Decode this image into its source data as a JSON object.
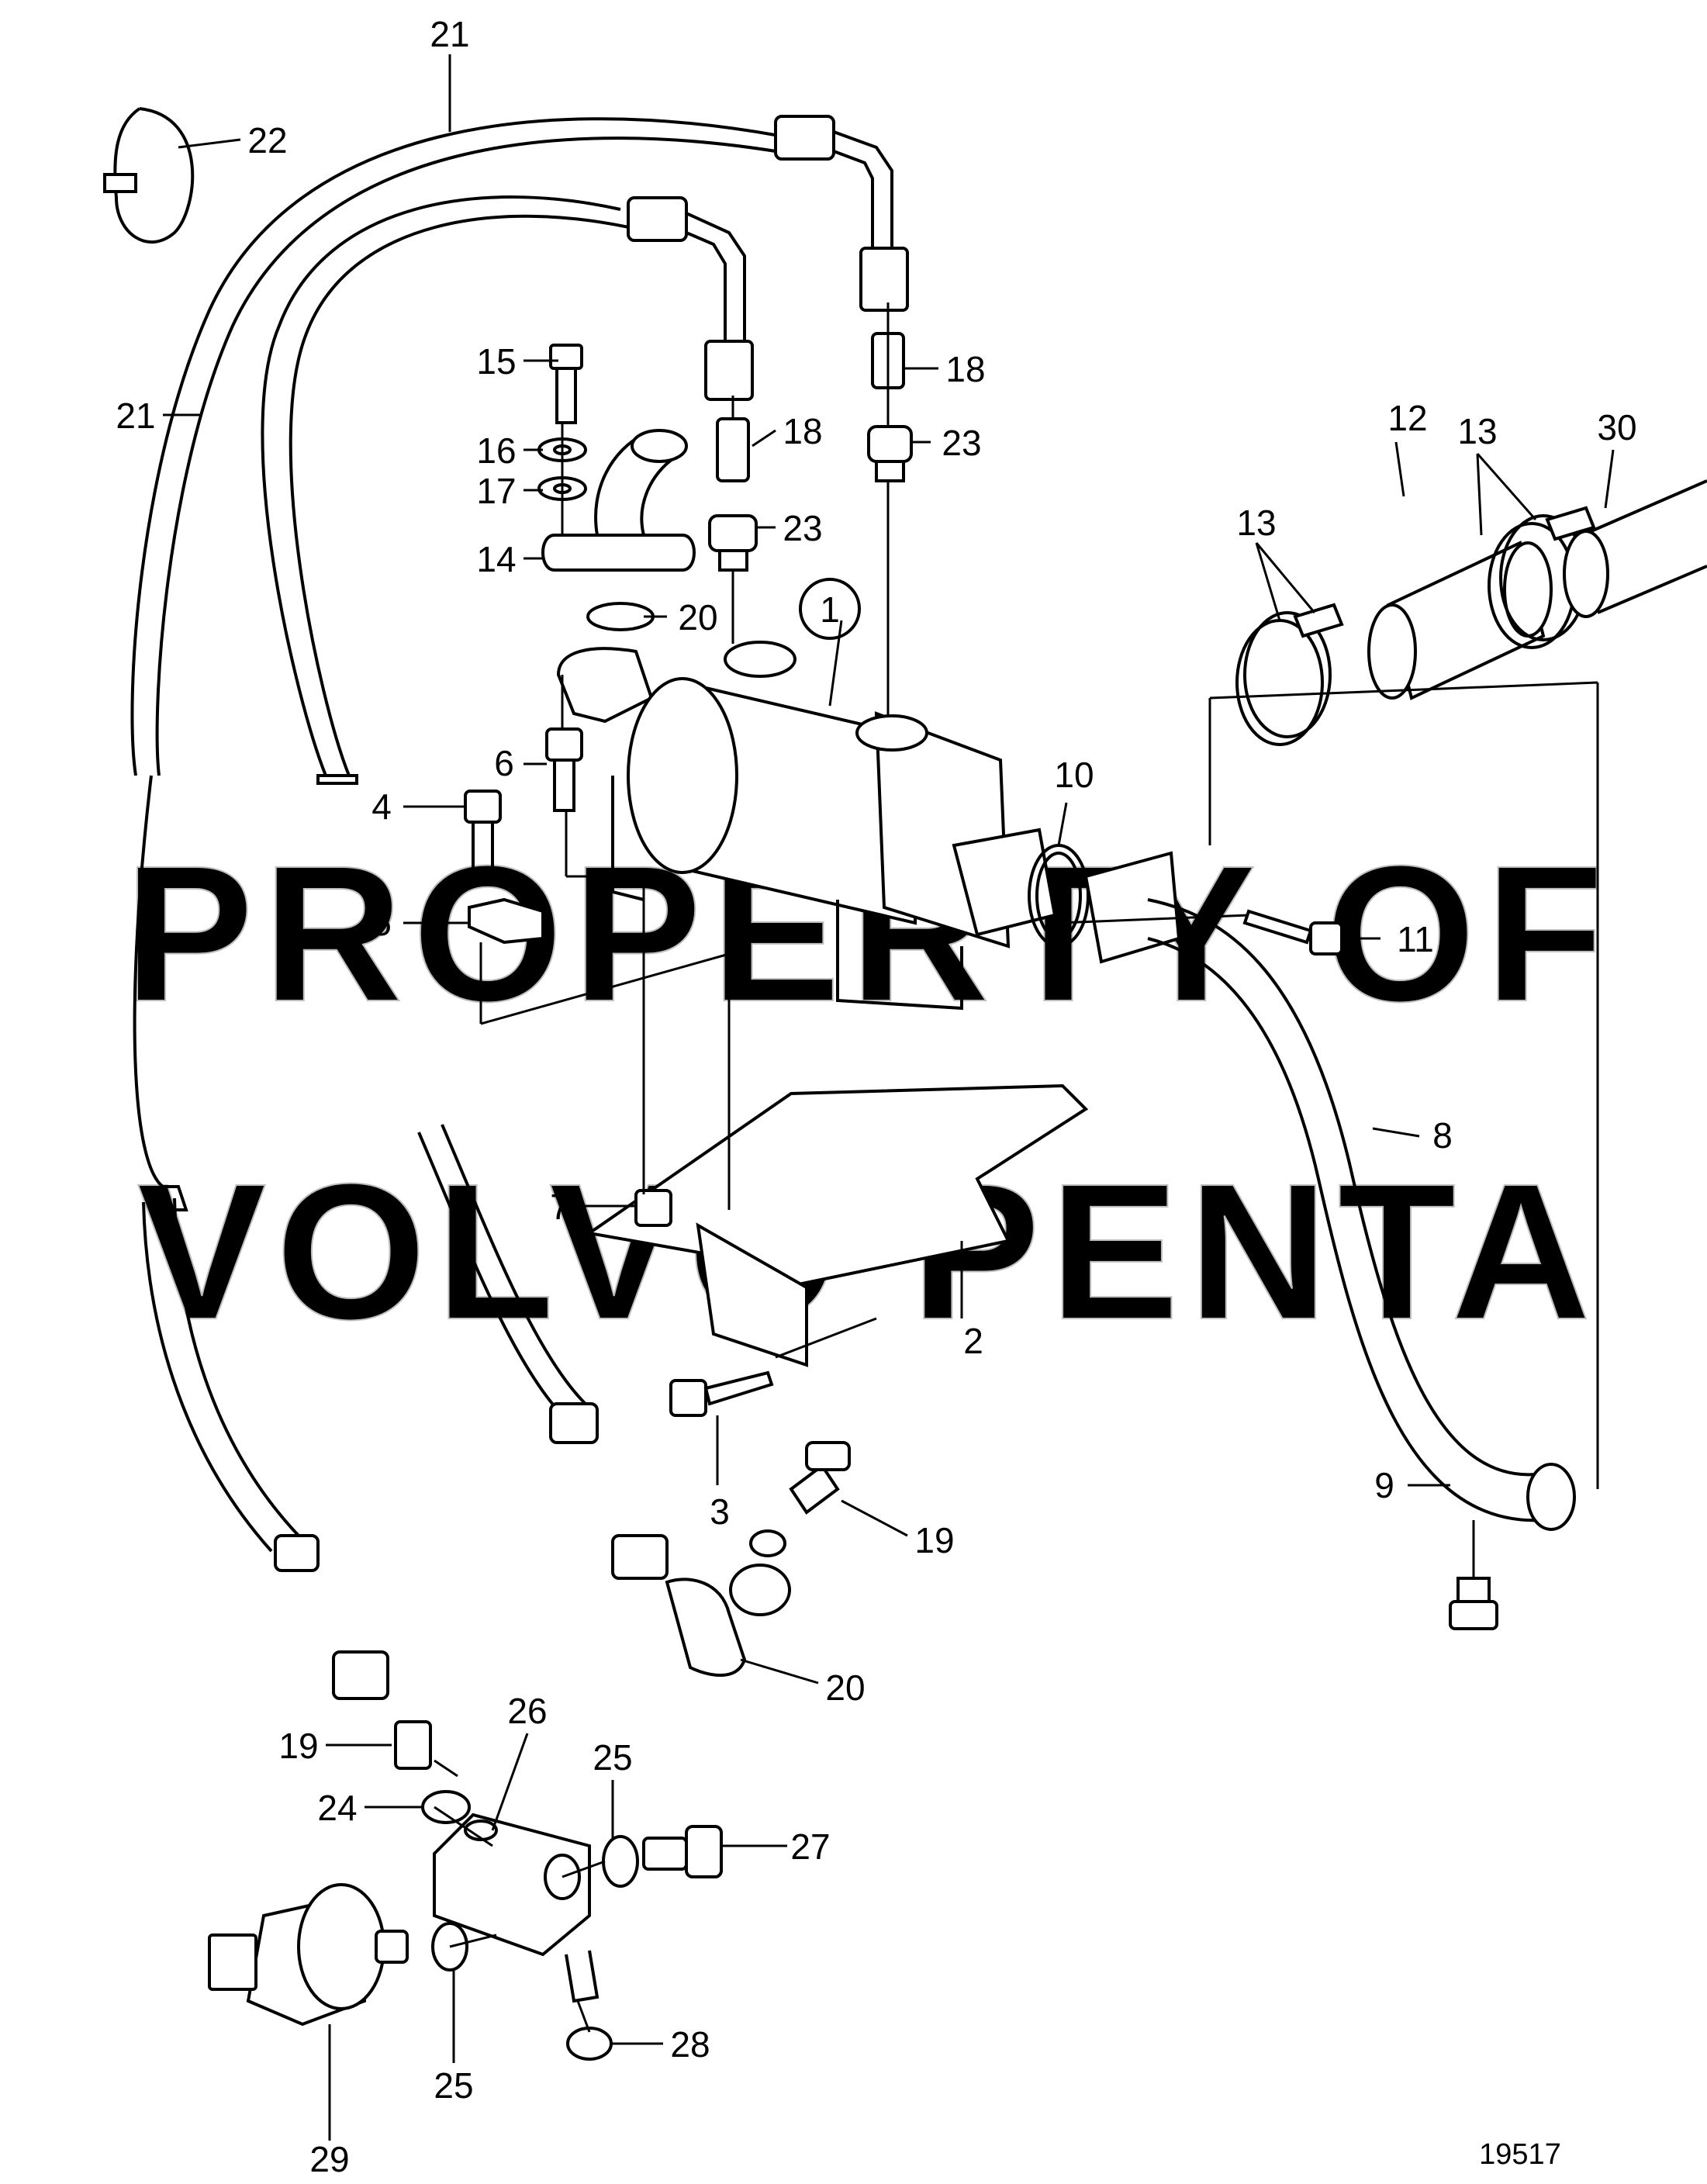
{
  "watermark": {
    "line1": "PROPERTY OF",
    "line2": "VOLVO PENTA"
  },
  "figure_number": "19517",
  "callouts": [
    {
      "id": "c1",
      "text": "1",
      "circled": true
    },
    {
      "id": "c2",
      "text": "2"
    },
    {
      "id": "c3",
      "text": "3"
    },
    {
      "id": "c4",
      "text": "4"
    },
    {
      "id": "c5",
      "text": "5"
    },
    {
      "id": "c6",
      "text": "6"
    },
    {
      "id": "c7",
      "text": "7"
    },
    {
      "id": "c8",
      "text": "8"
    },
    {
      "id": "c9",
      "text": "9"
    },
    {
      "id": "c10",
      "text": "10"
    },
    {
      "id": "c11",
      "text": "11"
    },
    {
      "id": "c12",
      "text": "12"
    },
    {
      "id": "c13a",
      "text": "13"
    },
    {
      "id": "c13b",
      "text": "13"
    },
    {
      "id": "c14",
      "text": "14"
    },
    {
      "id": "c15",
      "text": "15"
    },
    {
      "id": "c16",
      "text": "16"
    },
    {
      "id": "c17",
      "text": "17"
    },
    {
      "id": "c18a",
      "text": "18"
    },
    {
      "id": "c18b",
      "text": "18"
    },
    {
      "id": "c19a",
      "text": "19"
    },
    {
      "id": "c19b",
      "text": "19"
    },
    {
      "id": "c20a",
      "text": "20"
    },
    {
      "id": "c20b",
      "text": "20"
    },
    {
      "id": "c21a",
      "text": "21"
    },
    {
      "id": "c21b",
      "text": "21"
    },
    {
      "id": "c22",
      "text": "22"
    },
    {
      "id": "c23a",
      "text": "23"
    },
    {
      "id": "c23b",
      "text": "23"
    },
    {
      "id": "c24",
      "text": "24"
    },
    {
      "id": "c25a",
      "text": "25"
    },
    {
      "id": "c25b",
      "text": "25"
    },
    {
      "id": "c26",
      "text": "26"
    },
    {
      "id": "c27",
      "text": "27"
    },
    {
      "id": "c28",
      "text": "28"
    },
    {
      "id": "c29",
      "text": "29"
    },
    {
      "id": "c30",
      "text": "30"
    }
  ]
}
